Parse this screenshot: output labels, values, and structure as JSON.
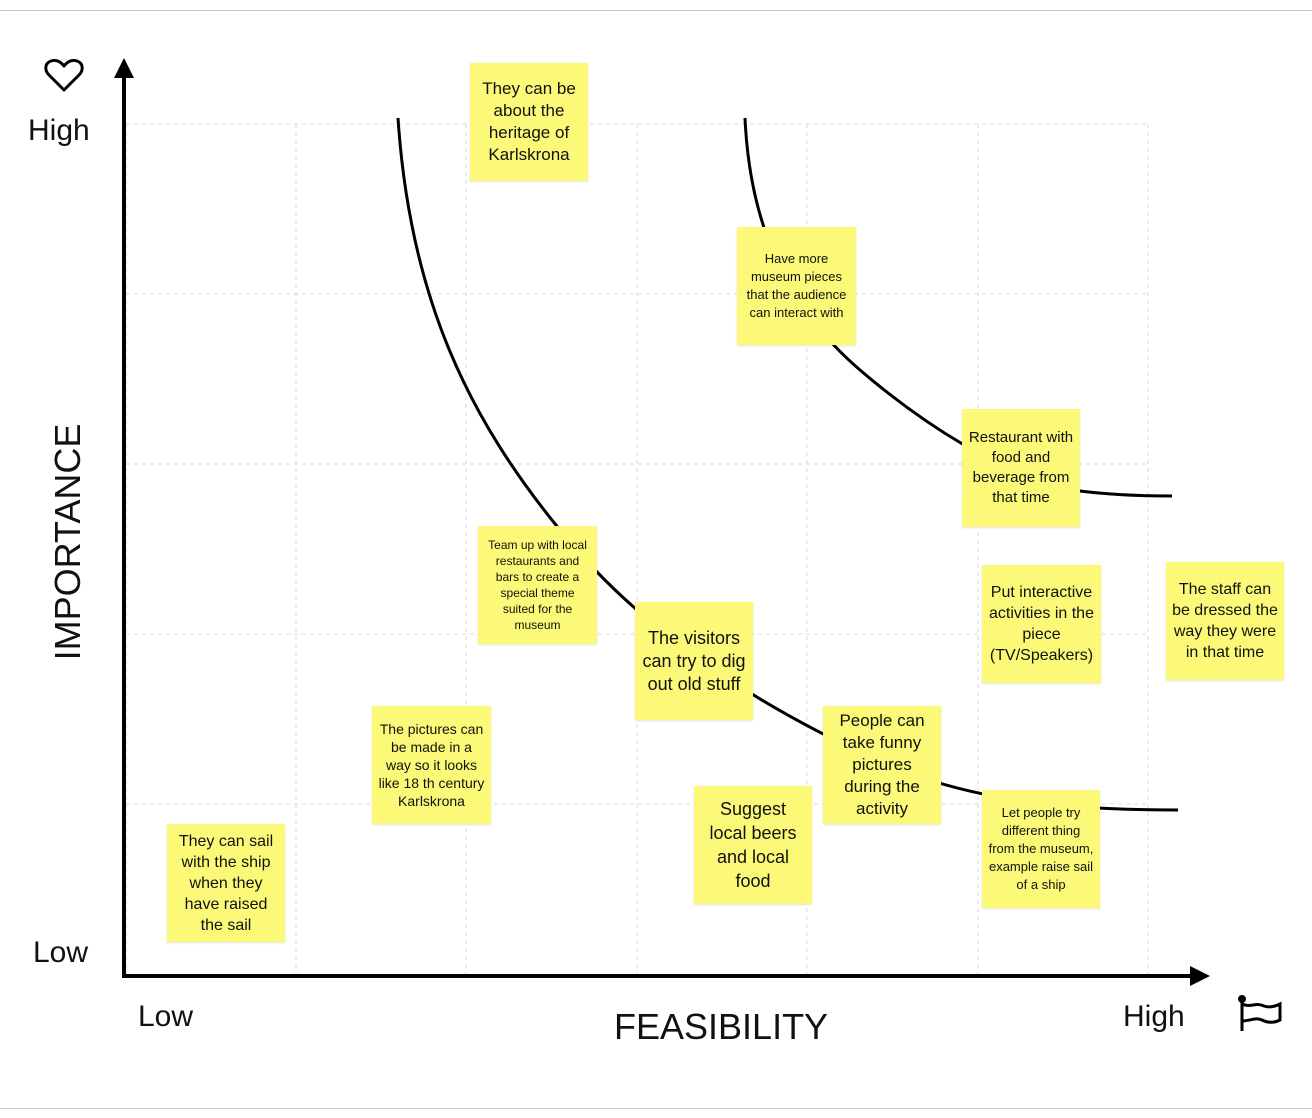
{
  "axes": {
    "y_title": "IMPORTANCE",
    "x_title": "FEASIBILITY",
    "y_high": "High",
    "y_low": "Low",
    "x_low": "Low",
    "x_high": "High",
    "y_icon": "heart-icon",
    "x_icon": "flag-icon"
  },
  "colors": {
    "note": "#fbf977",
    "line": "#000000",
    "grid": "#d9d9d9"
  },
  "notes": [
    {
      "id": "heritage",
      "text": "They can be about the heritage of Karlskrona"
    },
    {
      "id": "museum-pieces",
      "text": "Have more museum pieces that the audience can interact with"
    },
    {
      "id": "restaurant",
      "text": "Restaurant with food and beverage from that time"
    },
    {
      "id": "team-up",
      "text": "Team up with local restaurants and bars to create a special theme suited for the museum"
    },
    {
      "id": "dig-out",
      "text": "The visitors can try to dig out old stuff"
    },
    {
      "id": "interactive",
      "text": "Put interactive activities in the piece (TV/Speakers)"
    },
    {
      "id": "staff-dressed",
      "text": "The staff can be dressed the way they were in that time"
    },
    {
      "id": "pictures",
      "text": "The pictures can be made in a way so it looks like 18 th century Karlskrona"
    },
    {
      "id": "funny-pictures",
      "text": "People can take funny pictures during the activity"
    },
    {
      "id": "local-beers",
      "text": "Suggest local beers and local food"
    },
    {
      "id": "try-things",
      "text": "Let people try different thing from the museum, example raise sail of a ship"
    },
    {
      "id": "sail",
      "text": "They can sail with the ship when they have raised the sail"
    }
  ]
}
